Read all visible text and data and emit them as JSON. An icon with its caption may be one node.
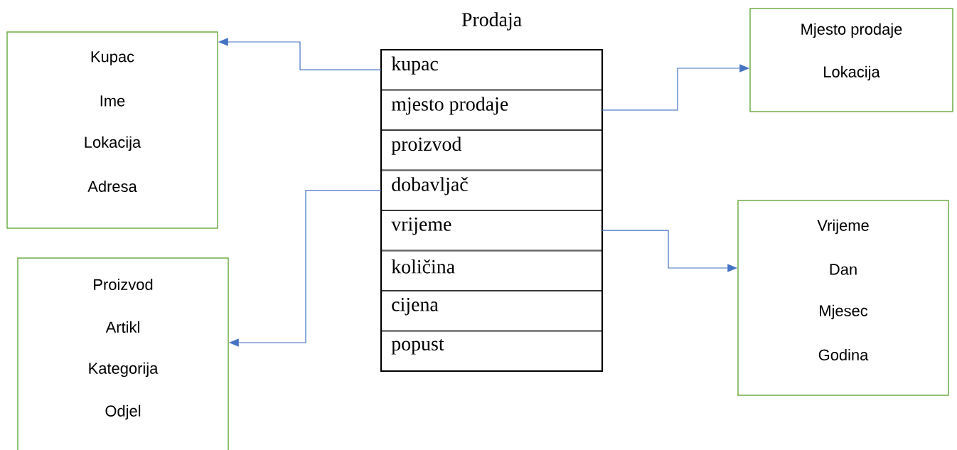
{
  "diagram": {
    "nodes": [
      {
        "text": [
          "Kupac",
          "Ime",
          "Lokacija",
          "Adresa"
        ]
      },
      {
        "text": [
          "Proizvod",
          "Artikl",
          "Kategorija",
          "Odjel"
        ]
      },
      {
        "text": [
          "Prodaja"
        ]
      },
      {
        "text": [
          "kupac"
        ],
        "in": 2
      },
      {
        "text": [
          "mjesto prodaje"
        ],
        "in": 2
      },
      {
        "text": [
          "proizvod"
        ],
        "in": 2
      },
      {
        "text": [
          "dobavljač"
        ],
        "in": 2
      },
      {
        "text": [
          "vrijeme"
        ],
        "in": 2
      },
      {
        "text": [
          "količina"
        ],
        "in": 2
      },
      {
        "text": [
          "cijena"
        ],
        "in": 2
      },
      {
        "text": [
          "popust"
        ],
        "in": 2
      },
      {
        "text": [
          "Mjesto prodaje",
          "Lokacija"
        ]
      },
      {
        "text": [
          "Vrijeme",
          "Dan",
          "Mjesec",
          "Godina"
        ]
      }
    ],
    "edges": [
      {
        "from": 3,
        "to": 0,
        "arrow": "to"
      },
      {
        "from": 4,
        "to": 11,
        "arrow": "to"
      },
      {
        "from": 6,
        "to": 1,
        "arrow": "to"
      },
      {
        "from": 7,
        "to": 12,
        "arrow": "to"
      }
    ]
  }
}
